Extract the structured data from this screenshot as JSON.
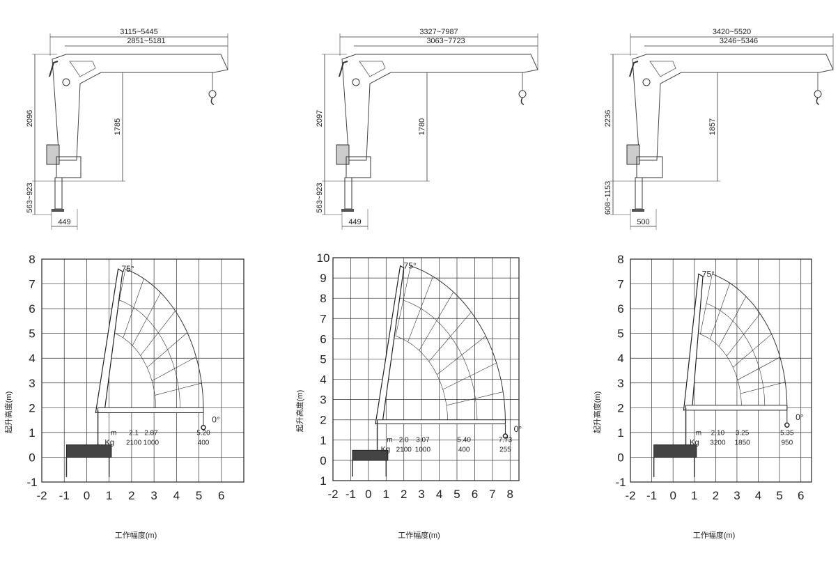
{
  "crane_views": [
    {
      "name": "crane-1",
      "dim_total": "3115~5445",
      "dim_boom": "2851~5181",
      "height": "2096",
      "hook_height": "1785",
      "leg_range": "563~923",
      "base_width": "449"
    },
    {
      "name": "crane-2",
      "dim_total": "3327~7987",
      "dim_boom": "3063~7723",
      "height": "2097",
      "hook_height": "1780",
      "leg_range": "563~923",
      "base_width": "449"
    },
    {
      "name": "crane-3",
      "dim_total": "3420~5520",
      "dim_boom": "3246~5346",
      "height": "2236",
      "hook_height": "1857",
      "leg_range": "608~1153",
      "base_width": "500"
    }
  ],
  "chart_data": [
    {
      "type": "diagram",
      "title": "",
      "xlabel": "工作幅度(m)",
      "ylabel": "起升高度(m)",
      "xticks": [
        "-2",
        "-1",
        "0",
        "1",
        "2",
        "3",
        "4",
        "5",
        "6"
      ],
      "xlim": [
        -2,
        7
      ],
      "yticks": [
        "8",
        "7",
        "6",
        "5",
        "4",
        "3",
        "2",
        "1",
        "0",
        "-1"
      ],
      "ylim": [
        -1,
        8
      ],
      "angle_max": "75°",
      "angle_min": "0°",
      "pivot": [
        0.5,
        1.9
      ],
      "tip_max": [
        1.4,
        7.6
      ],
      "tip_min": [
        5.2,
        1.9
      ],
      "table": {
        "m_label": "m",
        "kg_label": "Kg",
        "m": [
          "2.1",
          "2.87",
          "5.20"
        ],
        "kg": [
          "2100",
          "1000",
          "400"
        ]
      }
    },
    {
      "type": "diagram",
      "title": "",
      "xlabel": "工作幅度(m)",
      "ylabel": "起升高度(m)",
      "xticks": [
        "-2",
        "-1",
        "0",
        "1",
        "2",
        "3",
        "4",
        "5",
        "6",
        "7",
        "8"
      ],
      "xlim": [
        -2,
        8.5
      ],
      "yticks": [
        "10",
        "9",
        "8",
        "7",
        "6",
        "5",
        "4",
        "3",
        "2",
        "1",
        "0",
        "1"
      ],
      "ylim": [
        -1,
        10
      ],
      "angle_max": "75°",
      "angle_min": "0°",
      "pivot": [
        0.5,
        1.9
      ],
      "tip_max": [
        1.8,
        9.6
      ],
      "tip_min": [
        7.73,
        1.9
      ],
      "table": {
        "m_label": "m",
        "kg_label": "Kg",
        "m": [
          "2.0",
          "3.07",
          "5.40",
          "7.73"
        ],
        "kg": [
          "2100",
          "1000",
          "400",
          "255"
        ]
      }
    },
    {
      "type": "diagram",
      "title": "",
      "xlabel": "工作幅度(m)",
      "ylabel": "起升高度(m)",
      "xticks": [
        "-2",
        "-1",
        "0",
        "1",
        "2",
        "3",
        "4",
        "5",
        "6"
      ],
      "xlim": [
        -2,
        6.5
      ],
      "yticks": [
        "8",
        "7",
        "6",
        "5",
        "4",
        "3",
        "2",
        "1",
        "0",
        "-1"
      ],
      "ylim": [
        -1,
        8
      ],
      "angle_max": "75°",
      "angle_min": "0°",
      "pivot": [
        0.6,
        2.0
      ],
      "tip_max": [
        1.2,
        7.4
      ],
      "tip_min": [
        5.35,
        2.0
      ],
      "table": {
        "m_label": "m",
        "kg_label": "Kg",
        "m": [
          "2.10",
          "3.25",
          "5.35"
        ],
        "kg": [
          "3200",
          "1850",
          "950"
        ]
      }
    }
  ]
}
